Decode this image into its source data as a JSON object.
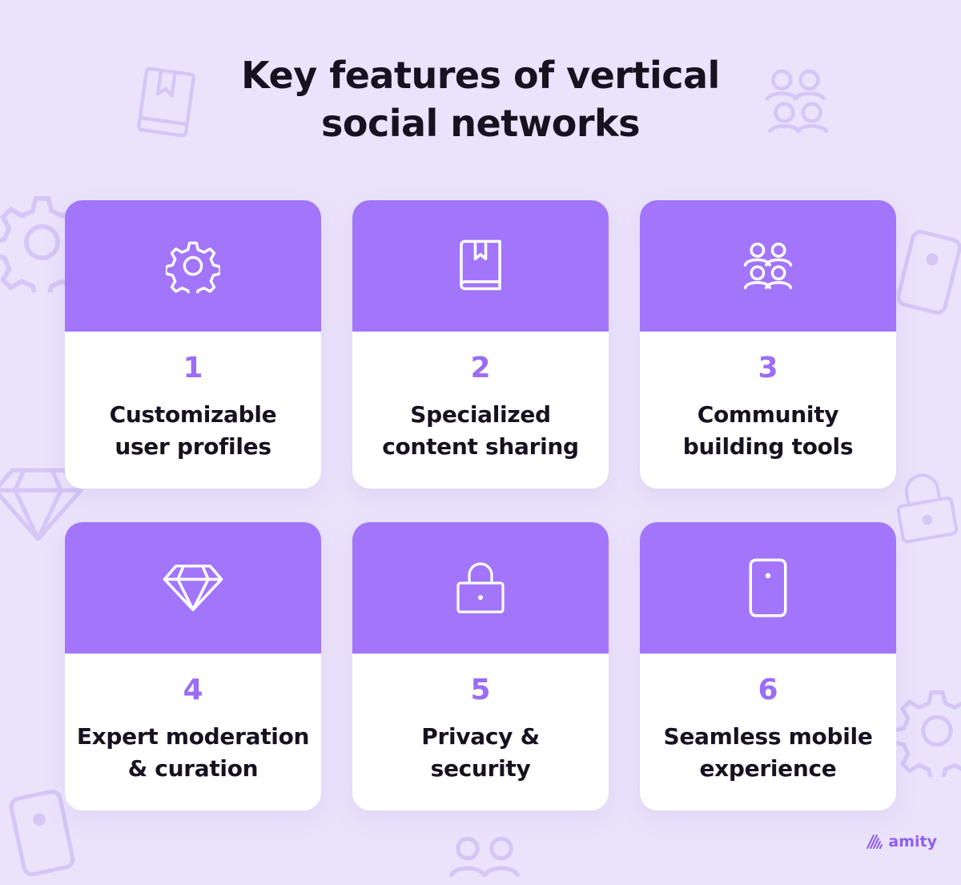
{
  "title": {
    "line1": "Key features of vertical",
    "line2": "social networks"
  },
  "colors": {
    "background": "#ebe3fc",
    "card_header": "#a275fb",
    "number": "#9a6df4",
    "text": "#17121f"
  },
  "cards": [
    {
      "number": "1",
      "line1": "Customizable",
      "line2": "user profiles",
      "icon": "gear-icon"
    },
    {
      "number": "2",
      "line1": "Specialized",
      "line2": "content sharing",
      "icon": "book-icon"
    },
    {
      "number": "3",
      "line1": "Community",
      "line2": "building tools",
      "icon": "users-group-icon"
    },
    {
      "number": "4",
      "line1": "Expert moderation",
      "line2": "& curation",
      "icon": "diamond-icon"
    },
    {
      "number": "5",
      "line1": "Privacy &",
      "line2": "security",
      "icon": "lock-icon"
    },
    {
      "number": "6",
      "line1": "Seamless mobile",
      "line2": "experience",
      "icon": "mobile-phone-icon"
    }
  ],
  "logo": {
    "text": "amity"
  }
}
